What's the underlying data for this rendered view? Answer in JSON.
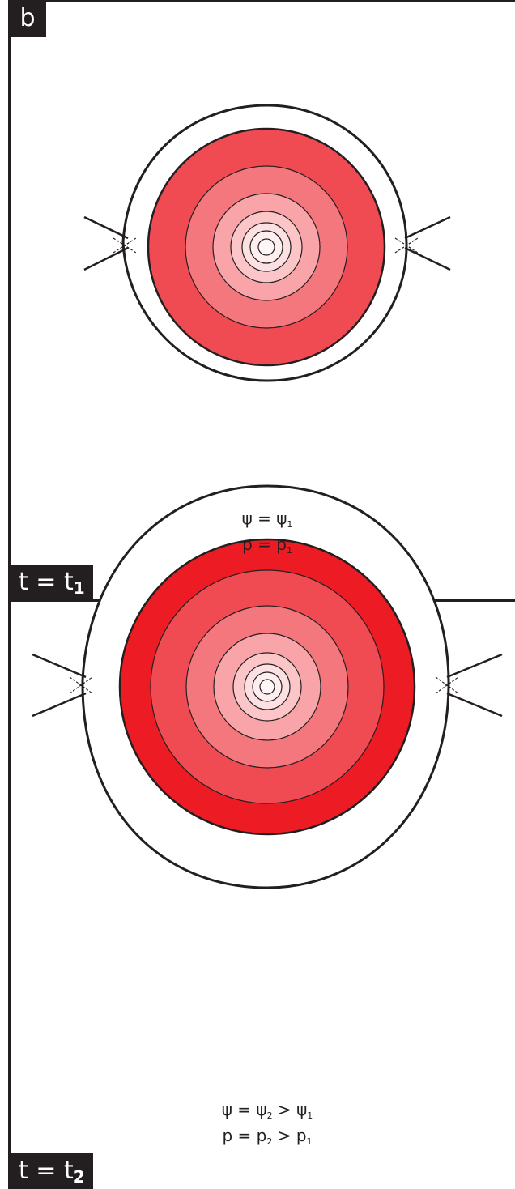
{
  "panel_label": "b",
  "panels": [
    {
      "time_label": {
        "base": "t = t",
        "sub": "1"
      },
      "caption": [
        {
          "lhs": "ψ = ψ",
          "sub1": "1",
          "gt": "",
          "rhs": "",
          "sub2": ""
        },
        {
          "lhs": "p = p",
          "sub1": "1",
          "gt": "",
          "rhs": "",
          "sub2": ""
        }
      ]
    },
    {
      "time_label": {
        "base": "t = t",
        "sub": "2"
      },
      "caption": [
        {
          "lhs": "ψ = ψ",
          "sub1": "2",
          "gt": " > ",
          "rhs": "ψ",
          "sub2": "1"
        },
        {
          "lhs": "p = p",
          "sub1": "2",
          "gt": " > ",
          "rhs": "p",
          "sub2": "1"
        }
      ]
    }
  ],
  "colors": {
    "frame": "#231f20",
    "ring_colors": [
      "#ed1c24",
      "#f04a52",
      "#f4777d",
      "#f9a4a8",
      "#fcc6c8",
      "#fde0e1",
      "#feeeee"
    ]
  }
}
